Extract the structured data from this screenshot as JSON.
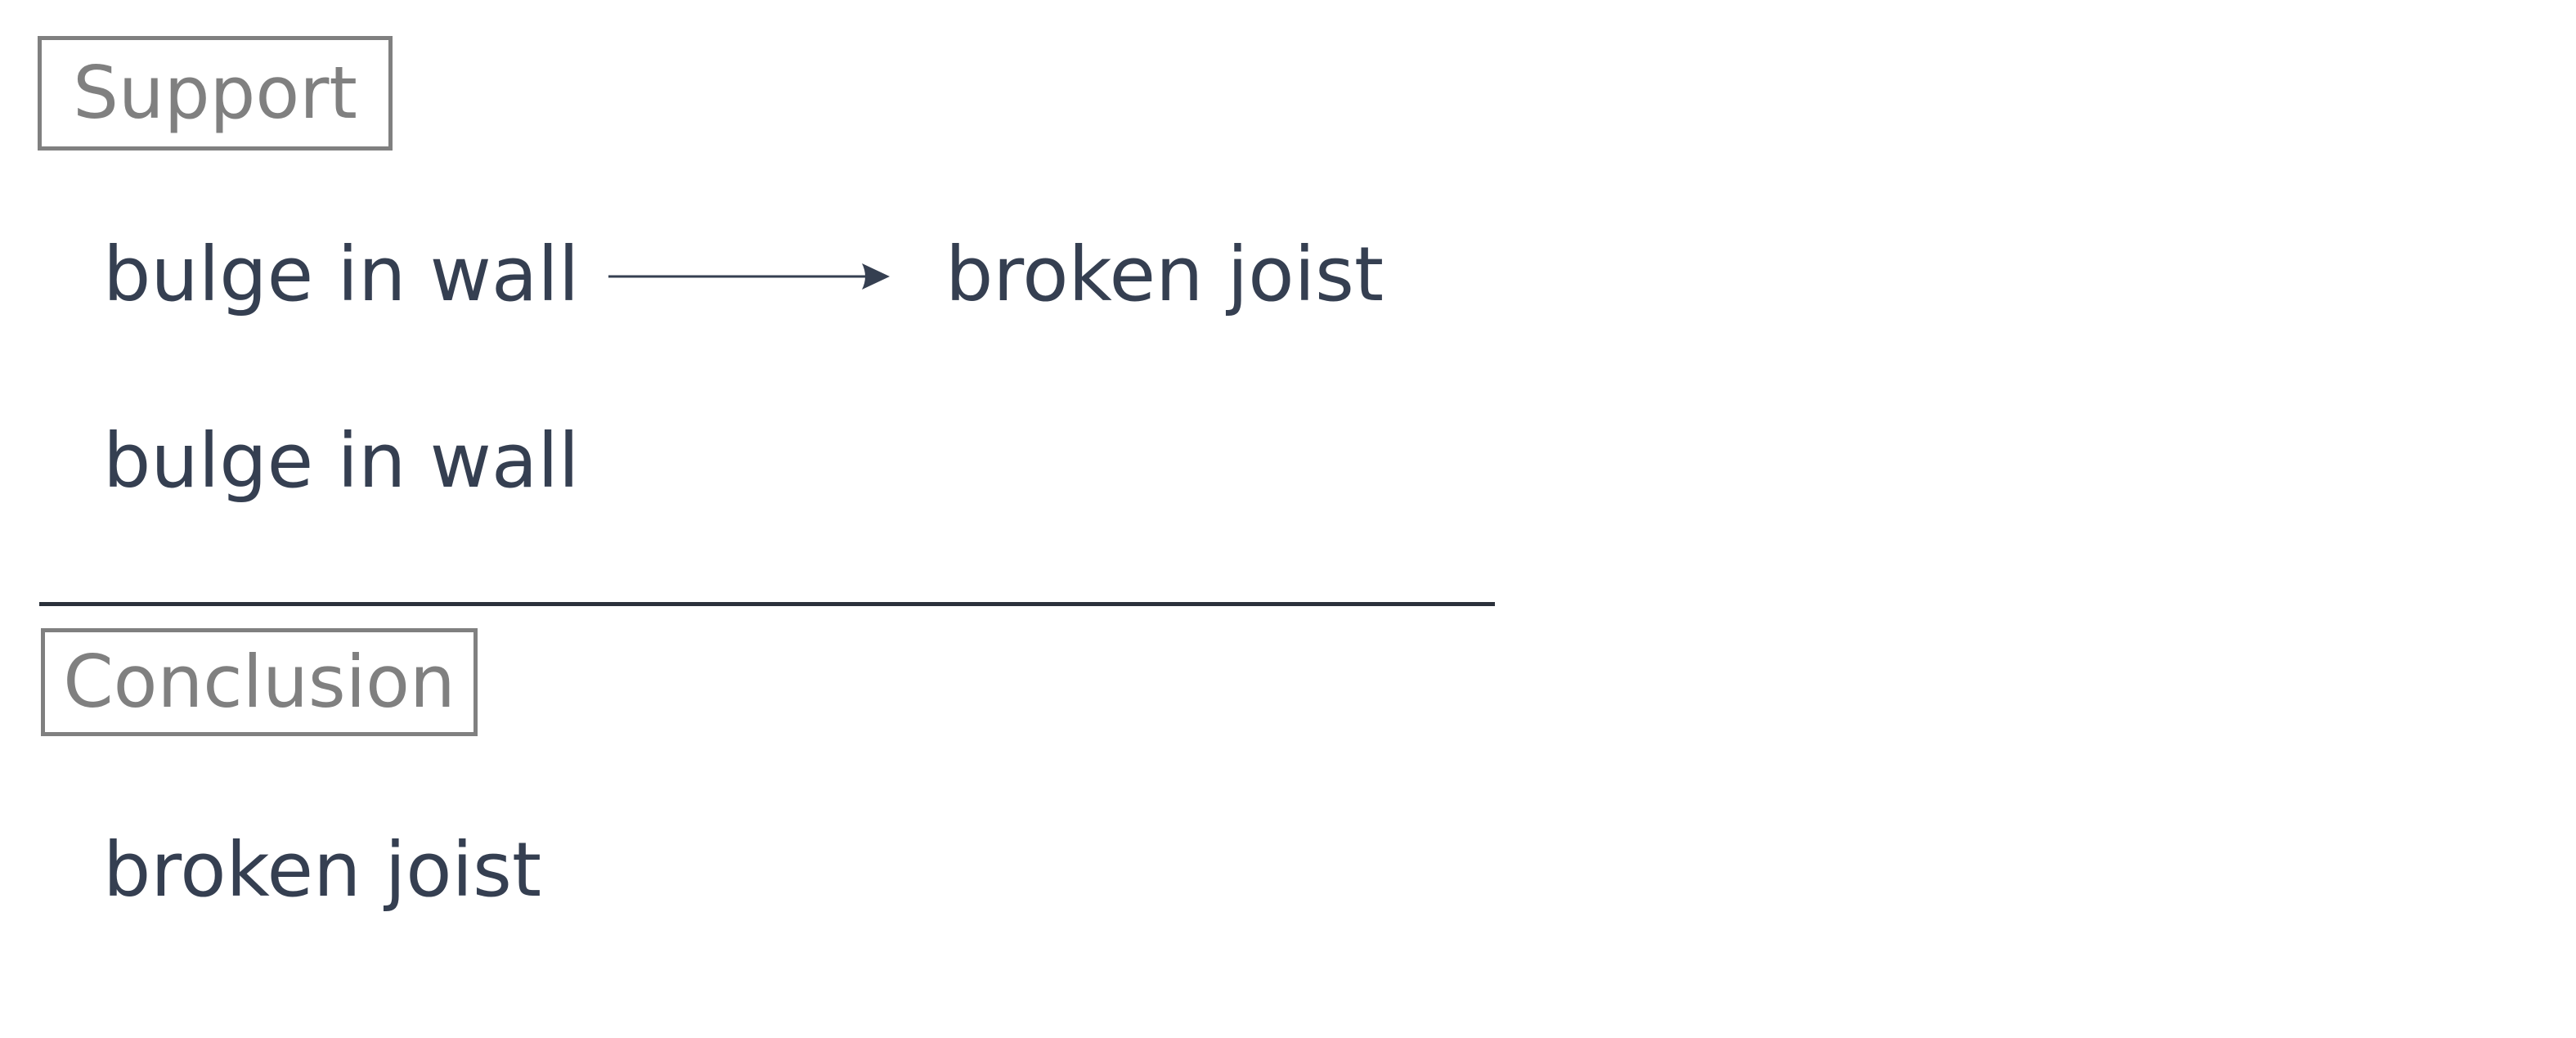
{
  "support": {
    "heading": "Support",
    "premises": [
      {
        "antecedent": "bulge in wall",
        "consequent": "broken joist"
      },
      {
        "statement": "bulge in wall"
      }
    ]
  },
  "conclusion": {
    "heading": "Conclusion",
    "statement": "broken joist"
  },
  "colors": {
    "heading": "#808080",
    "text": "#353f51",
    "divider": "#2b313b",
    "background": "#ffffff"
  }
}
